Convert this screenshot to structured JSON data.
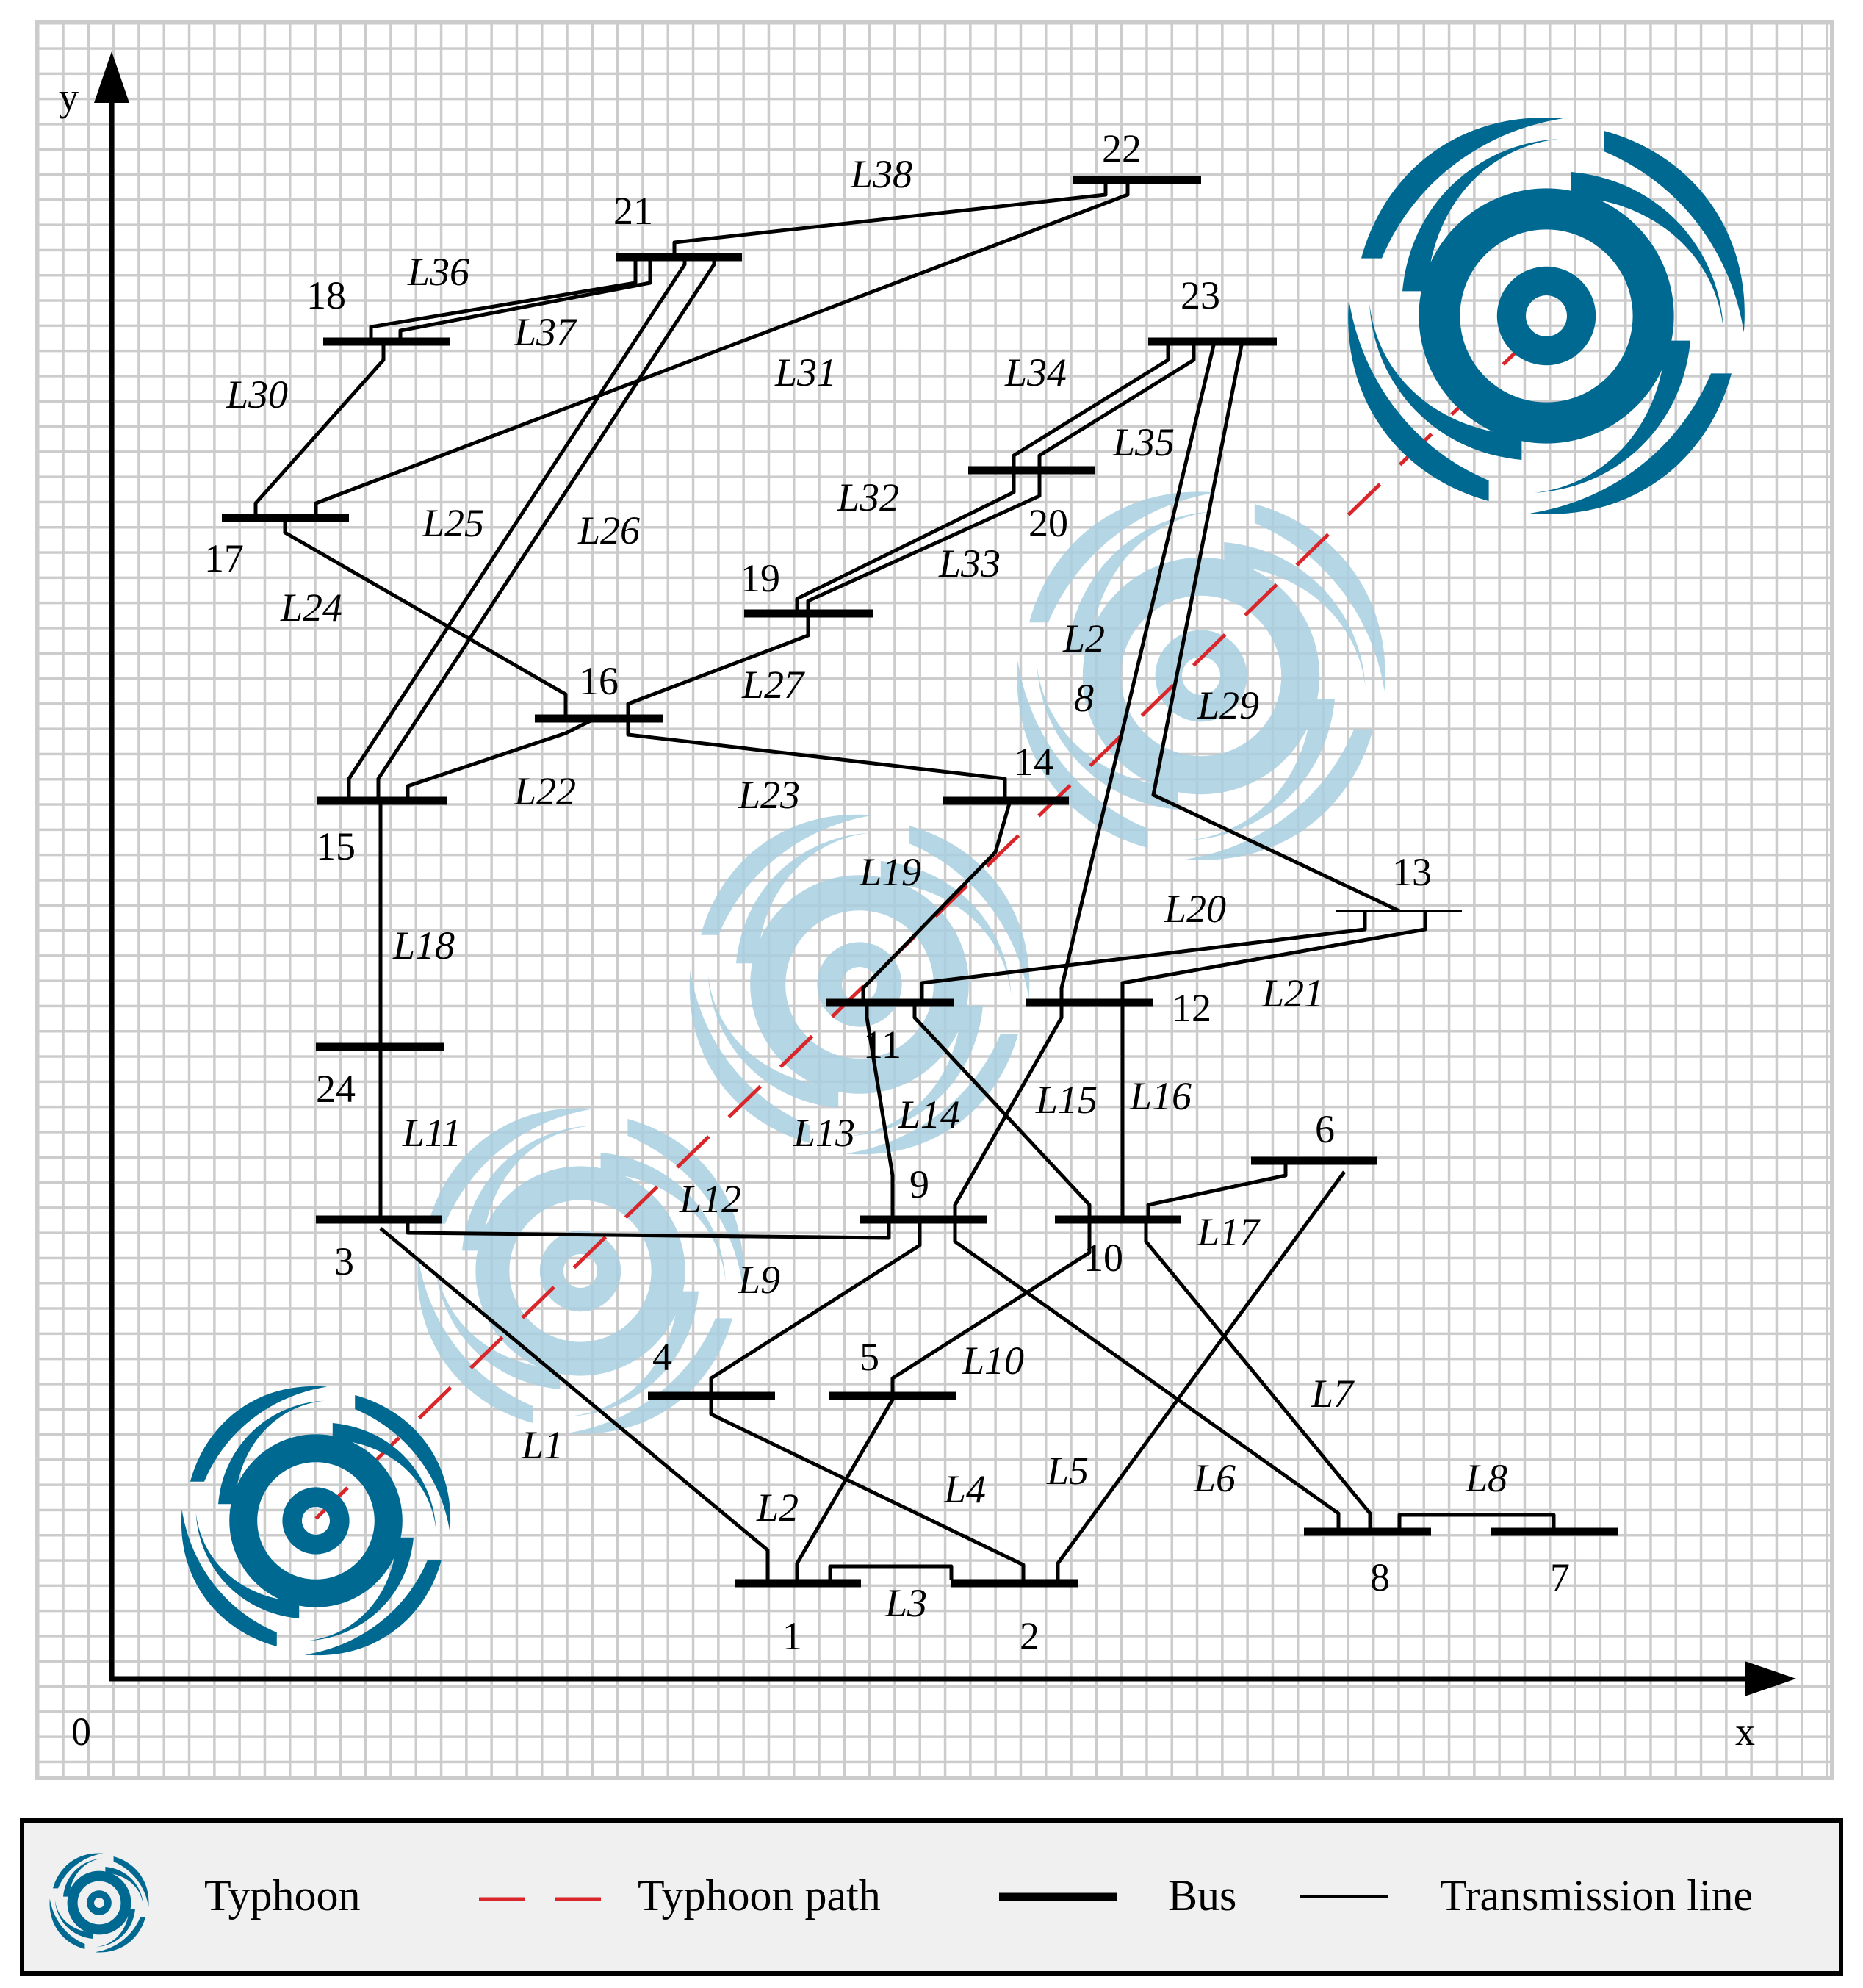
{
  "axes": {
    "x_label": "x",
    "y_label": "y",
    "origin_label": "0"
  },
  "buses": [
    {
      "id": "1",
      "label": "1"
    },
    {
      "id": "2",
      "label": "2"
    },
    {
      "id": "3",
      "label": "3"
    },
    {
      "id": "4",
      "label": "4"
    },
    {
      "id": "5",
      "label": "5"
    },
    {
      "id": "6",
      "label": "6"
    },
    {
      "id": "7",
      "label": "7"
    },
    {
      "id": "8",
      "label": "8"
    },
    {
      "id": "9",
      "label": "9"
    },
    {
      "id": "10",
      "label": "10"
    },
    {
      "id": "11",
      "label": "11"
    },
    {
      "id": "12",
      "label": "12"
    },
    {
      "id": "13",
      "label": "13"
    },
    {
      "id": "14",
      "label": "14"
    },
    {
      "id": "15",
      "label": "15"
    },
    {
      "id": "16",
      "label": "16"
    },
    {
      "id": "17",
      "label": "17"
    },
    {
      "id": "18",
      "label": "18"
    },
    {
      "id": "19",
      "label": "19"
    },
    {
      "id": "20",
      "label": "20"
    },
    {
      "id": "21",
      "label": "21"
    },
    {
      "id": "22",
      "label": "22"
    },
    {
      "id": "23",
      "label": "23"
    },
    {
      "id": "24",
      "label": "24"
    }
  ],
  "lines": [
    {
      "id": "L1",
      "label": "L1"
    },
    {
      "id": "L2",
      "label": "L2"
    },
    {
      "id": "L3",
      "label": "L3"
    },
    {
      "id": "L4",
      "label": "L4"
    },
    {
      "id": "L5",
      "label": "L5"
    },
    {
      "id": "L6",
      "label": "L6"
    },
    {
      "id": "L7",
      "label": "L7"
    },
    {
      "id": "L8",
      "label": "L8"
    },
    {
      "id": "L9",
      "label": "L9"
    },
    {
      "id": "L10",
      "label": "L10"
    },
    {
      "id": "L11",
      "label": "L11"
    },
    {
      "id": "L12",
      "label": "L12"
    },
    {
      "id": "L13",
      "label": "L13"
    },
    {
      "id": "L14",
      "label": "L14"
    },
    {
      "id": "L15",
      "label": "L15"
    },
    {
      "id": "L16",
      "label": "L16"
    },
    {
      "id": "L17",
      "label": "L17"
    },
    {
      "id": "L18",
      "label": "L18"
    },
    {
      "id": "L19",
      "label": "L19"
    },
    {
      "id": "L20",
      "label": "L20"
    },
    {
      "id": "L21",
      "label": "L21"
    },
    {
      "id": "L22",
      "label": "L22"
    },
    {
      "id": "L23",
      "label": "L23"
    },
    {
      "id": "L24",
      "label": "L24"
    },
    {
      "id": "L25",
      "label": "L25"
    },
    {
      "id": "L26",
      "label": "L26"
    },
    {
      "id": "L27",
      "label": "L27"
    },
    {
      "id": "L28a",
      "label": "L2"
    },
    {
      "id": "L28b",
      "label": "8"
    },
    {
      "id": "L29",
      "label": "L29"
    },
    {
      "id": "L30",
      "label": "L30"
    },
    {
      "id": "L31",
      "label": "L31"
    },
    {
      "id": "L32",
      "label": "L32"
    },
    {
      "id": "L33",
      "label": "L33"
    },
    {
      "id": "L34",
      "label": "L34"
    },
    {
      "id": "L35",
      "label": "L35"
    },
    {
      "id": "L36",
      "label": "L36"
    },
    {
      "id": "L37",
      "label": "L37"
    },
    {
      "id": "L38",
      "label": "L38"
    }
  ],
  "legend": {
    "typhoon": "Typhoon",
    "typhoon_path": "Typhoon path",
    "bus": "Bus",
    "transmission_line": "Transmission line"
  },
  "colors": {
    "typhoon": "#006991",
    "typhoon_faded": "#a9cfe0",
    "path": "#d9262a",
    "grid": "#cccccc",
    "grid_bg": "#f0f0f0",
    "legend_bg": "#f0f0f0"
  }
}
